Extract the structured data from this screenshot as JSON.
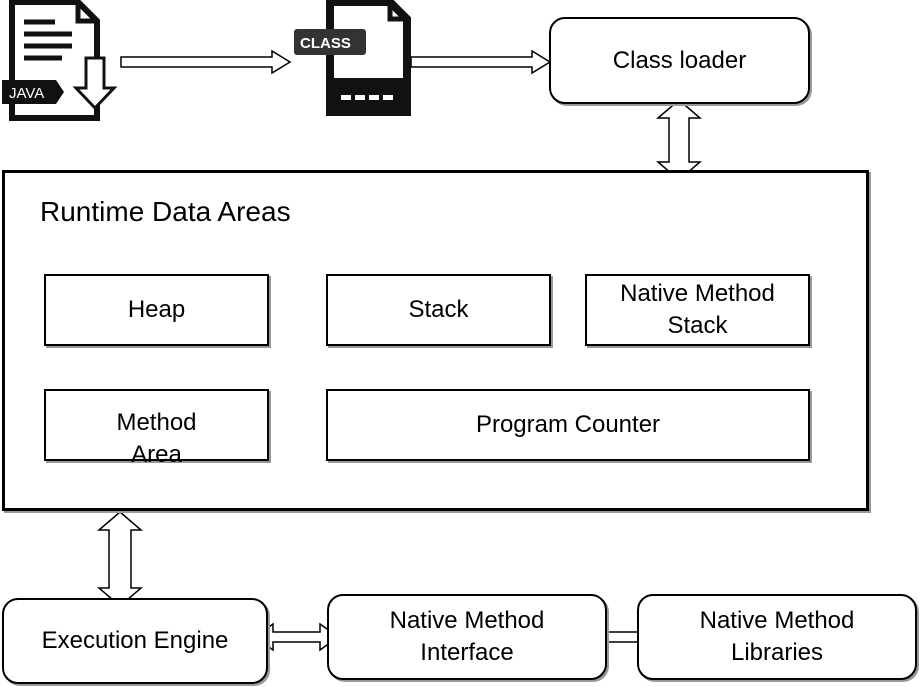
{
  "pipeline": {
    "java_file_badge": "JAVA",
    "class_file_badge": "CLASS",
    "class_loader": "Class loader"
  },
  "runtime": {
    "title": "Runtime Data Areas",
    "heap": "Heap",
    "stack": "Stack",
    "native_method_stack": [
      "Native Method",
      "Stack"
    ],
    "method_area": [
      "Method",
      "Area"
    ],
    "program_counter": "Program Counter"
  },
  "bottom": {
    "execution_engine": "Execution Engine",
    "native_method_interface": [
      "Native Method",
      "Interface"
    ],
    "native_method_libraries": [
      "Native Method",
      "Libraries"
    ]
  }
}
